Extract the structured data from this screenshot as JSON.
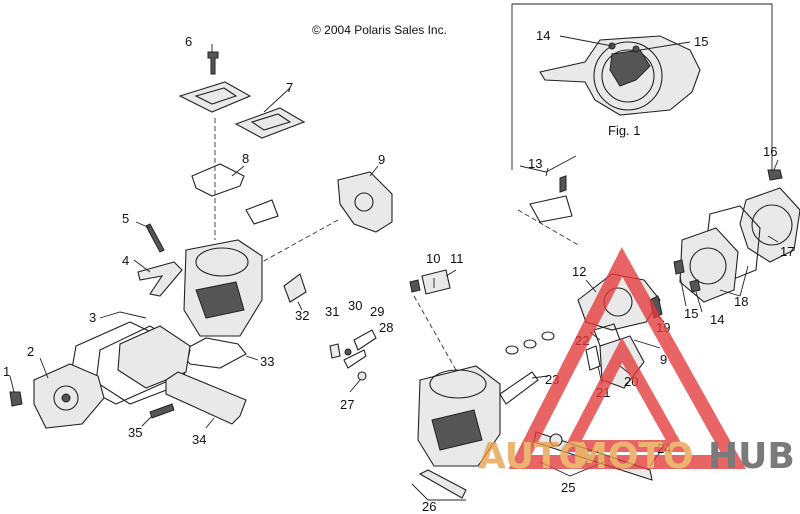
{
  "copyright": "© 2004 Polaris Sales Inc.",
  "inset_caption": "Fig. 1",
  "callouts": [
    "1",
    "2",
    "3",
    "4",
    "5",
    "6",
    "7",
    "8",
    "9",
    "10",
    "11",
    "12",
    "13",
    "14",
    "15",
    "16",
    "17",
    "18",
    "19",
    "20",
    "21",
    "22",
    "23",
    "24",
    "25",
    "26",
    "27",
    "28",
    "29",
    "30",
    "31",
    "32",
    "33",
    "34",
    "35"
  ],
  "inset_callouts": [
    "14",
    "15"
  ],
  "right_callouts": {
    "c9": "9",
    "c14": "14",
    "c15": "15"
  },
  "watermark": {
    "auto": "AUTO",
    "moto": "MOTO",
    "hub": "HUB",
    "auto_color": "#e8a04a",
    "hub_color": "#555555",
    "triangle_color": "#e43b3b"
  }
}
